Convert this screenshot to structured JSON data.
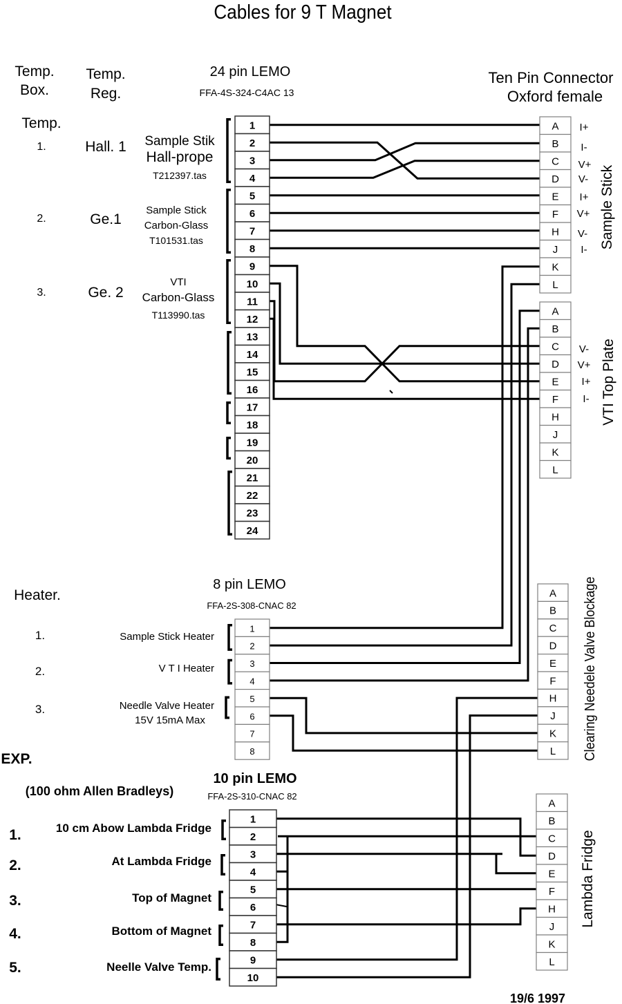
{
  "title": "Cables for 9 T Magnet",
  "date": "19/6  1997",
  "headers": {
    "temp_box": [
      "Temp.",
      "Box."
    ],
    "temp_reg": [
      "Temp.",
      "Reg."
    ],
    "lemo24_title": "24  pin  LEMO",
    "lemo24_part": "FFA-4S-324-C4AC 13",
    "ten_pin_title": [
      "Ten  Pin  Connector",
      "Oxford  female"
    ]
  },
  "temp_section": {
    "label": "Temp.",
    "items": [
      {
        "num": "1.",
        "reg": "Hall. 1",
        "desc": [
          "Sample  Stik",
          "Hall-prope",
          "T212397.tas"
        ]
      },
      {
        "num": "2.",
        "reg": "Ge.1",
        "desc": [
          "Sample  Stick",
          "Carbon-Glass",
          "T101531.tas"
        ]
      },
      {
        "num": "3.",
        "reg": "Ge. 2",
        "desc": [
          "VTI",
          "Carbon-Glass",
          "T113990.tas"
        ]
      }
    ]
  },
  "lemo24_pins": [
    "1",
    "2",
    "3",
    "4",
    "5",
    "6",
    "7",
    "8",
    "9",
    "10",
    "11",
    "12",
    "13",
    "14",
    "15",
    "16",
    "17",
    "18",
    "19",
    "20",
    "21",
    "22",
    "23",
    "24"
  ],
  "sample_stick_connector": {
    "label": "Sample  Stick",
    "pins": [
      "A",
      "B",
      "C",
      "D",
      "E",
      "F",
      "H",
      "J",
      "K",
      "L"
    ],
    "signals": [
      "I+",
      "I-",
      "V+",
      "V-",
      "I+",
      "V+",
      "V-",
      "I-",
      "",
      ""
    ]
  },
  "vti_connector": {
    "label": "VTI  Top  Plate",
    "pins": [
      "A",
      "B",
      "C",
      "D",
      "E",
      "F",
      "H",
      "J",
      "K",
      "L"
    ],
    "signals": [
      "",
      "",
      "V-",
      "V+",
      "I+",
      "I-",
      "",
      "",
      "",
      ""
    ]
  },
  "heater_section": {
    "label": "Heater.",
    "lemo8_title": "8  pin  LEMO",
    "lemo8_part": "FFA-2S-308-CNAC 82",
    "items": [
      {
        "num": "1.",
        "desc": [
          "Sample  Stick  Heater"
        ]
      },
      {
        "num": "2.",
        "desc": [
          "V  T  I  Heater"
        ]
      },
      {
        "num": "3.",
        "desc": [
          "Needle  Valve  Heater",
          "15V  15mA  Max"
        ]
      }
    ],
    "pins": [
      "1",
      "2",
      "3",
      "4",
      "5",
      "6",
      "7",
      "8"
    ]
  },
  "clearing_connector": {
    "label": "Clearing  Needele  Valve  Blockage",
    "pins": [
      "A",
      "B",
      "C",
      "D",
      "E",
      "F",
      "H",
      "J",
      "K",
      "L"
    ]
  },
  "exp_section": {
    "label": "EXP.",
    "subtitle": "(100  ohm  Allen  Bradleys)",
    "lemo10_title": "10  pin  LEMO",
    "lemo10_part": "FFA-2S-310-CNAC 82",
    "items": [
      {
        "num": "1.",
        "desc": "10  cm  Abow  Lambda  Fridge"
      },
      {
        "num": "2.",
        "desc": "At  Lambda  Fridge"
      },
      {
        "num": "3.",
        "desc": "Top  of  Magnet"
      },
      {
        "num": "4.",
        "desc": "Bottom  of  Magnet"
      },
      {
        "num": "5.",
        "desc": "Neelle  Valve  Temp."
      }
    ],
    "pins": [
      "1",
      "2",
      "3",
      "4",
      "5",
      "6",
      "7",
      "8",
      "9",
      "10"
    ]
  },
  "lambda_connector": {
    "label": "Lambda  Fridge",
    "pins": [
      "A",
      "B",
      "C",
      "D",
      "E",
      "F",
      "H",
      "J",
      "K",
      "L"
    ]
  },
  "connections": [
    {
      "from": "LEMO24-1",
      "to": "SampleStick-A"
    },
    {
      "from": "LEMO24-2",
      "to": "SampleStick-D",
      "crossed": true
    },
    {
      "from": "LEMO24-3",
      "to": "SampleStick-B",
      "crossed": true
    },
    {
      "from": "LEMO24-4",
      "to": "SampleStick-C",
      "crossed": true
    },
    {
      "from": "LEMO24-5",
      "to": "SampleStick-E"
    },
    {
      "from": "LEMO24-6",
      "to": "SampleStick-F"
    },
    {
      "from": "LEMO24-7",
      "to": "SampleStick-H"
    },
    {
      "from": "LEMO24-8",
      "to": "SampleStick-J"
    },
    {
      "from": "LEMO24-9",
      "to": "VTI-E",
      "crossed": true
    },
    {
      "from": "LEMO24-10",
      "to": "VTI-D"
    },
    {
      "from": "LEMO24-11",
      "to": "VTI-C",
      "crossed": true
    },
    {
      "from": "LEMO24-12",
      "to": "VTI-F"
    },
    {
      "from": "LEMO8-1",
      "to": "SampleStick-K"
    },
    {
      "from": "LEMO8-2",
      "to": "SampleStick-L"
    },
    {
      "from": "LEMO8-3",
      "to": "VTI-A"
    },
    {
      "from": "LEMO8-4",
      "to": "VTI-B"
    },
    {
      "from": "LEMO8-5",
      "to": "Clearing-K"
    },
    {
      "from": "LEMO8-6",
      "to": "Clearing-L"
    },
    {
      "from": "LEMO10-1",
      "to": "Lambda-D"
    },
    {
      "from": "LEMO10-2/4/6/8",
      "to": "Lambda-C"
    },
    {
      "from": "LEMO10-3",
      "to": "Lambda-E"
    },
    {
      "from": "LEMO10-5",
      "to": "Lambda-F"
    },
    {
      "from": "LEMO10-7",
      "to": "Lambda-H"
    },
    {
      "from": "LEMO10-9",
      "to": "Clearing-H"
    },
    {
      "from": "LEMO10-10",
      "to": "Clearing-J"
    }
  ]
}
